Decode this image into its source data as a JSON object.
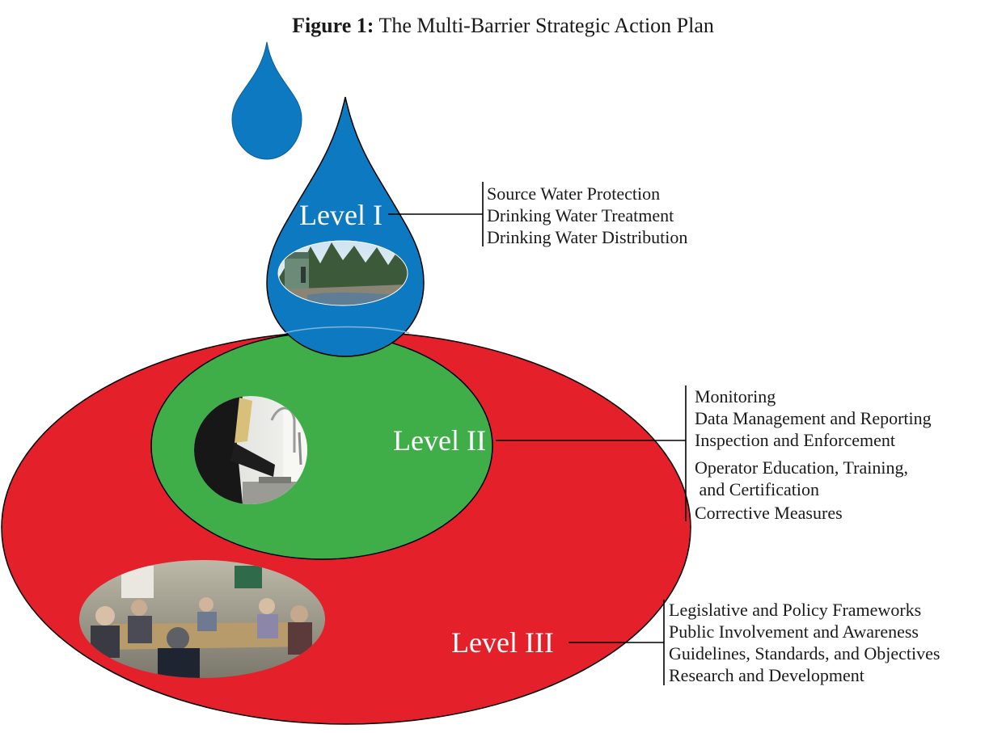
{
  "figure": {
    "title_prefix": "Figure 1:",
    "title_text": " The Multi-Barrier Strategic Action Plan"
  },
  "colors": {
    "water_blue": "#0d79c1",
    "water_blue_dark": "#0b5f99",
    "level_two_green": "#3fae49",
    "level_three_red": "#e4202b",
    "outline": "#000000"
  },
  "levels": [
    {
      "label": "Level I",
      "photo": "water-treatment-building-by-stream-photo",
      "items": [
        "Source Water Protection",
        "Drinking Water Treatment",
        "Drinking Water Distribution"
      ]
    },
    {
      "label": "Level II",
      "photo": "person-sampling-water-at-sink-photo",
      "items": [
        "Monitoring",
        "Data Management and Reporting",
        "Inspection and Enforcement",
        "Operator Education, Training,",
        " and Certification",
        "Corrective Measures"
      ]
    },
    {
      "label": "Level III",
      "photo": "meeting-around-table-photo",
      "items": [
        "Legislative and Policy Frameworks",
        "Public Involvement and Awareness",
        "Guidelines, Standards, and Objectives",
        "Research and Development"
      ]
    }
  ]
}
